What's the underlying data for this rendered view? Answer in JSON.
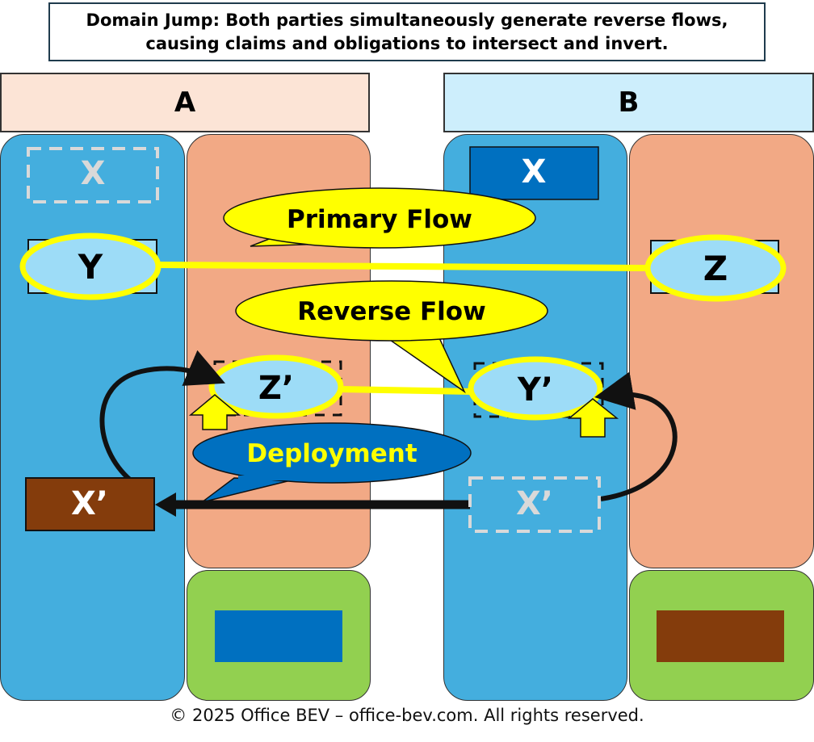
{
  "title": {
    "line1": "Domain Jump: Both parties simultaneously generate reverse flows,",
    "line2": "causing claims and obligations to intersect and invert."
  },
  "party_a": {
    "label": "A"
  },
  "party_b": {
    "label": "B"
  },
  "nodes": {
    "x_a": "X",
    "y_a": "Y",
    "z_prime_a": "Z’",
    "x_prime_a": "X’",
    "x_b": "X",
    "z_b": "Z",
    "y_prime_b": "Y’",
    "x_prime_b": "X’"
  },
  "callouts": {
    "primary_flow": "Primary Flow",
    "reverse_flow": "Reverse Flow",
    "deployment": "Deployment"
  },
  "colors": {
    "blue_column": "#44aede",
    "salmon_column": "#f2a985",
    "green_box": "#92d050",
    "dark_blue": "#0070c0",
    "brown": "#843c0c",
    "yellow": "#ffff00",
    "light_blue": "#9ddcf7",
    "header_a": "#fce4d6",
    "header_b": "#cdeefc"
  },
  "footer": "© 2025 Office BEV – office-bev.com. All rights reserved."
}
